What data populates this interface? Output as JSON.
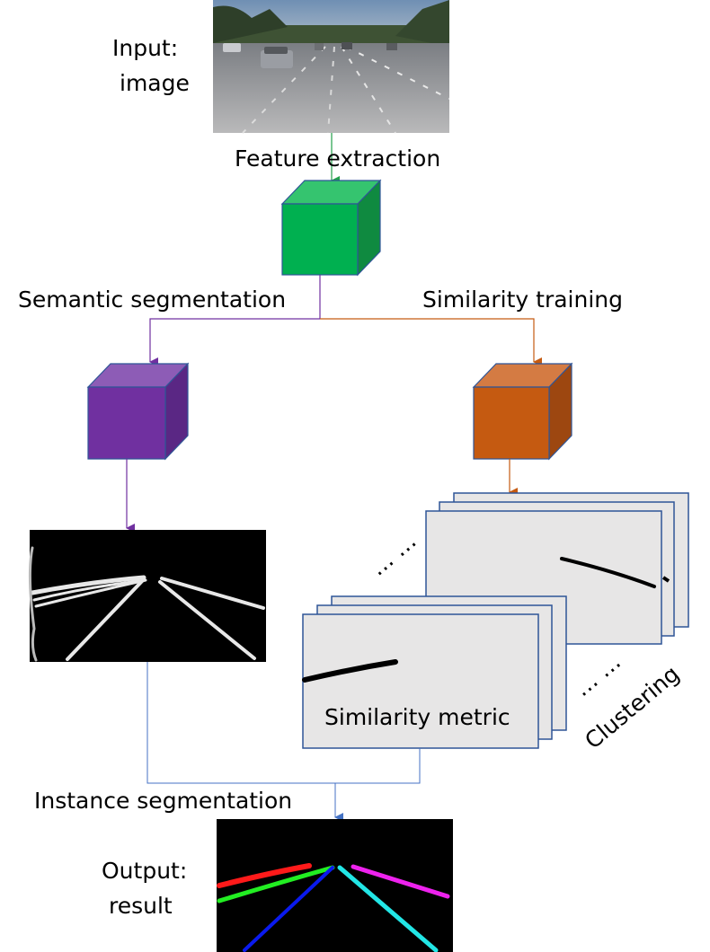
{
  "labels": {
    "input_line1": "Input:",
    "input_line2": "image",
    "feature_extraction": "Feature extraction",
    "semantic_segmentation": "Semantic segmentation",
    "similarity_training": "Similarity training",
    "similarity_metric": "Similarity metric",
    "clustering": "Clustering",
    "ellipsis_upper": "… …",
    "ellipsis_lower": "… …",
    "instance_segmentation": "Instance segmentation",
    "output_line1": "Output:",
    "output_line2": "result"
  },
  "colors": {
    "feature_cube": "#1db954",
    "semantic_cube": "#7030a0",
    "similarity_cube": "#c55a11",
    "arrow_green": "#21a04a",
    "arrow_purple": "#7030a0",
    "arrow_orange": "#c55a11",
    "arrow_blue": "#4472c4",
    "lane_red": "#ff1a1a",
    "lane_green": "#22ee22",
    "lane_blue": "#0a1aee",
    "lane_cyan": "#22e6e6",
    "lane_magenta": "#ee22ee"
  }
}
